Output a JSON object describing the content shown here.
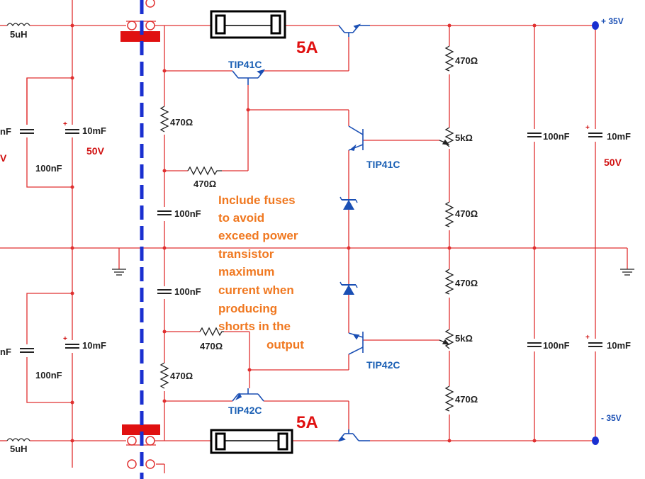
{
  "colors": {
    "wire": "#e03030",
    "component": "#222222",
    "transistor": "#1a4fb4",
    "fuse_highlight": "#e01010",
    "annotation": "#f07820",
    "dashed_line": "#1a2fd0"
  },
  "labels": {
    "inductor_top": "5uH",
    "inductor_bottom": "5uH",
    "cap_partial_top": "nF",
    "cap_partial_bottom": "nF",
    "cap_left_top": "10mF",
    "cap_left_top_voltage": "50V",
    "cap_left_top_small": "100nF",
    "cap_left_bottom": "10mF",
    "cap_left_bottom_small": "100nF",
    "partial_v": "V",
    "res_top_left": "470Ω",
    "res_top_mid": "470Ω",
    "cap_mid_top": "100nF",
    "cap_mid_bottom": "100nF",
    "res_bottom_mid": "470Ω",
    "res_bottom_left": "470Ω",
    "res_right_1": "470Ω",
    "pot_top": "5kΩ",
    "res_right_2": "470Ω",
    "res_right_3": "470Ω",
    "pot_bottom": "5kΩ",
    "res_right_4": "470Ω",
    "cap_right_top_small": "100nF",
    "cap_right_top": "10mF",
    "cap_right_top_voltage": "50V",
    "cap_right_bottom_small": "100nF",
    "cap_right_bottom": "10mF"
  },
  "transistors": {
    "driver_top": "TIP41C",
    "output_top": "TIP41C",
    "output_bottom": "TIP42C",
    "driver_bottom": "TIP42C"
  },
  "fuses": {
    "top_rating": "5A",
    "bottom_rating": "5A"
  },
  "rails": {
    "positive": "+ 35V",
    "negative": "- 35V"
  },
  "annotation_lines": [
    "Include fuses",
    "to avoid",
    "exceed power",
    "transistor",
    "maximum",
    "current when",
    "producing",
    "shorts in the",
    "output"
  ]
}
